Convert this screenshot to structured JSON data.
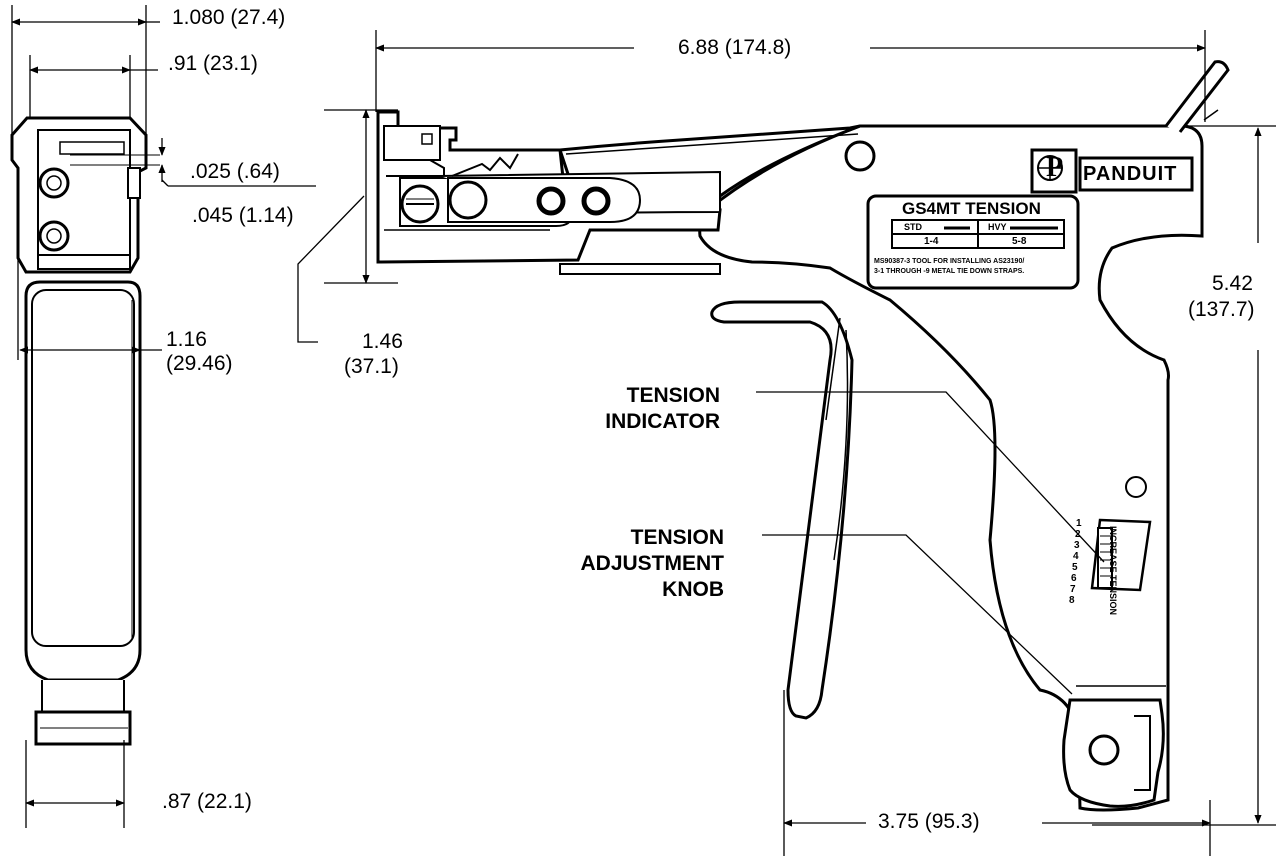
{
  "dimensions": {
    "top_width": "1.080 (27.4)",
    "inner_width": ".91 (23.1)",
    "gap_small": ".025 (.64)",
    "gap_large": ".045 (1.14)",
    "grip_width": "1.16",
    "grip_width_mm": "(29.46)",
    "base_width": ".87 (22.1)",
    "overall_length": "6.88  (174.8)",
    "nose_height": "1.46",
    "nose_height_mm": "(37.1)",
    "overall_height": "5.42",
    "overall_height_mm": "(137.7)",
    "handle_width": "3.75  (95.3)"
  },
  "callouts": {
    "tension_indicator_1": "TENSION",
    "tension_indicator_2": "INDICATOR",
    "tension_knob_1": "TENSION",
    "tension_knob_2": "ADJUSTMENT",
    "tension_knob_3": "KNOB"
  },
  "tool_label": {
    "title": "GS4MT TENSION",
    "std": "STD",
    "hvy": "HVY",
    "std_range": "1-4",
    "hvy_range": "5-8",
    "note_1": "MS90387-3 TOOL FOR INSTALLING AS23190/",
    "note_2": "3-1 THROUGH -9 METAL TIE DOWN STRAPS."
  },
  "brand": "PANDUIT",
  "scale": [
    "1",
    "2",
    "3",
    "4",
    "5",
    "6",
    "7",
    "8"
  ],
  "dial_text": "INCREASE TENSION"
}
